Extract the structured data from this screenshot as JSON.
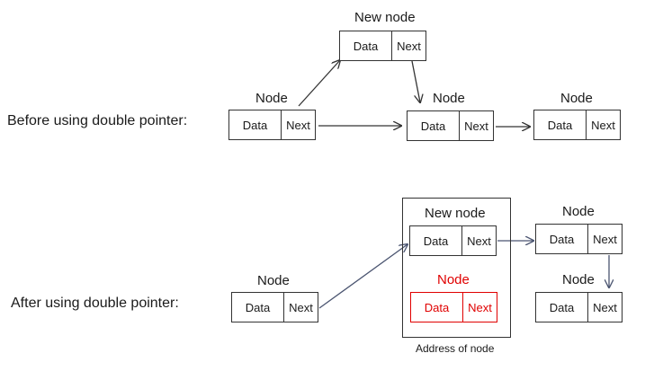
{
  "before": {
    "row_label": "Before using double pointer:",
    "new_node": {
      "title": "New node",
      "data": "Data",
      "next": "Next"
    },
    "node1": {
      "title": "Node",
      "data": "Data",
      "next": "Next"
    },
    "node2": {
      "title": "Node",
      "data": "Data",
      "next": "Next"
    },
    "node3": {
      "title": "Node",
      "data": "Data",
      "next": "Next"
    }
  },
  "after": {
    "row_label": "After using double pointer:",
    "node1": {
      "title": "Node",
      "data": "Data",
      "next": "Next"
    },
    "new_node": {
      "title": "New node",
      "data": "Data",
      "next": "Next"
    },
    "red_node": {
      "title": "Node",
      "data": "Data",
      "next": "Next"
    },
    "frame_caption": "Address of node",
    "node_right_top": {
      "title": "Node",
      "data": "Data",
      "next": "Next"
    },
    "node_right_bottom": {
      "title": "Node",
      "data": "Data",
      "next": "Next"
    }
  },
  "colors": {
    "highlight": "#e00000",
    "arrow_upper": "#333333",
    "arrow_lower": "#4a5470"
  }
}
